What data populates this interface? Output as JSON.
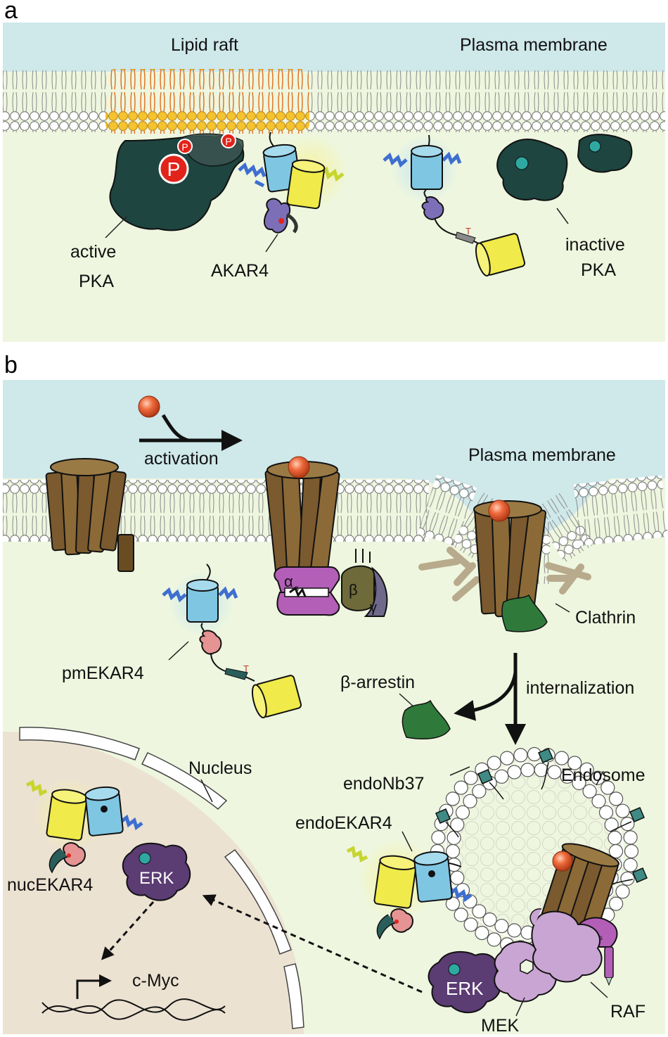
{
  "panel_a": {
    "letter": "a",
    "lipid_raft": "Lipid raft",
    "plasma_membrane": "Plasma membrane",
    "active_pka_1": "active",
    "active_pka_2": "PKA",
    "akar4": "AKAR4",
    "inactive_pka_1": "inactive",
    "inactive_pka_2": "PKA",
    "phospho": "P",
    "threonine": "T"
  },
  "panel_b": {
    "letter": "b",
    "activation": "activation",
    "plasma_membrane": "Plasma membrane",
    "clathrin": "Clathrin",
    "pmekar4": "pmEKAR4",
    "beta_arrestin": "β-arrestin",
    "internalization": "internalization",
    "nucleus": "Nucleus",
    "endonb37": "endoNb37",
    "endosome": "Endosome",
    "endoekar4": "endoEKAR4",
    "nucekar4": "nucEKAR4",
    "erk_nucleus": "ERK",
    "erk_cytosol": "ERK",
    "cmyc": "c-Myc",
    "mek": "MEK",
    "raf": "RAF",
    "alpha_s": "α",
    "alpha_s_sub": "s",
    "beta": "β",
    "gamma": "γ",
    "threonine": "T"
  },
  "colors": {
    "extracellular": "#cfe8ea",
    "cytosol": "#eef6df",
    "nucleus": "#ece2d2",
    "lipid_head": "#ffffff",
    "raft_head": "#f4c430",
    "pka": "#1e4540",
    "gpcr": "#7a5a2e",
    "cfp": "#7fc6e3",
    "yfp": "#f0ea4a",
    "fha": "#7d6fb7",
    "wd40": "#e59393",
    "gas": "#b35fb8",
    "arrestin": "#2f7a3a",
    "erk": "#5b3c73",
    "mek_raf": "#c9a5d3"
  }
}
